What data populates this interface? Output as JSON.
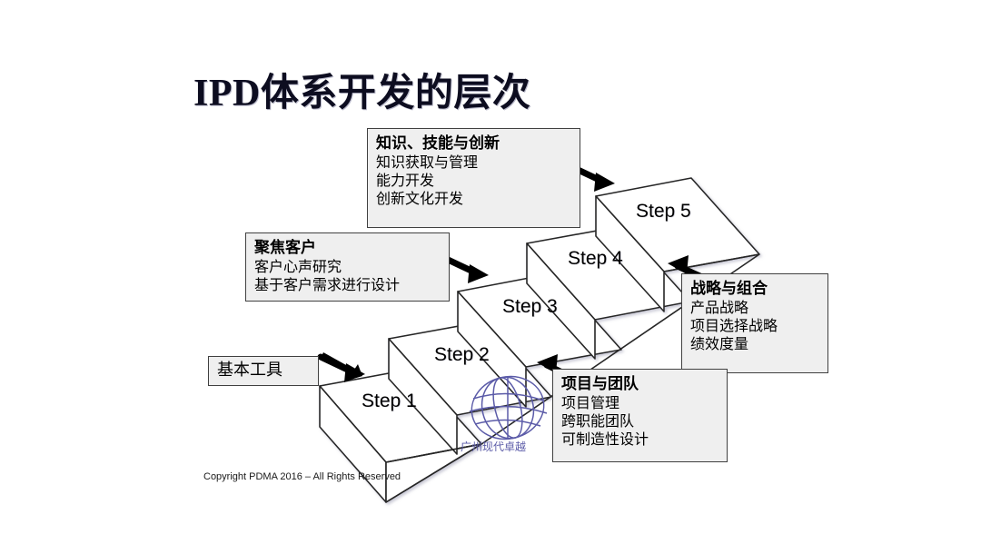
{
  "slide": {
    "title": "IPD体系开发的层次",
    "background_color": "#ffffff",
    "copyright": "Copyright PDMA 2016 – All Rights Reserved"
  },
  "staircase": {
    "steps": [
      {
        "id": "step-1",
        "label": "Step 1"
      },
      {
        "id": "step-2",
        "label": "Step 2"
      },
      {
        "id": "step-3",
        "label": "Step 3"
      },
      {
        "id": "step-4",
        "label": "Step 4"
      },
      {
        "id": "step-5",
        "label": "Step 5"
      }
    ],
    "fill_color": "#ffffff",
    "stroke_color": "#262626"
  },
  "callouts": [
    {
      "id": "knowledge",
      "heading": "知识、技能与创新",
      "lines": [
        "知识获取与管理",
        "能力开发",
        "创新文化开发"
      ],
      "points_to": "step-5"
    },
    {
      "id": "customer",
      "heading": "聚焦客户",
      "lines": [
        "客户心声研究",
        "基于客户需求进行设计"
      ],
      "points_to": "step-3"
    },
    {
      "id": "strategy",
      "heading": "战略与组合",
      "lines": [
        "产品战略",
        "项目选择战略",
        "绩效度量"
      ],
      "points_to": "step-4"
    },
    {
      "id": "project",
      "heading": "项目与团队",
      "lines": [
        "项目管理",
        "跨职能团队",
        "可制造性设计"
      ],
      "points_to": "step-2"
    },
    {
      "id": "basic",
      "heading": "基本工具",
      "lines": [],
      "points_to": "step-1"
    }
  ],
  "watermark": {
    "text": "广州现代卓越",
    "color": "#5b5ba8",
    "icon": "globe-wireframe"
  },
  "colors": {
    "callout_fill": "#efefef",
    "callout_border": "#404040",
    "arrow": "#000000",
    "title_text": "#0d0d20",
    "watermark": "#5b5ba8"
  }
}
